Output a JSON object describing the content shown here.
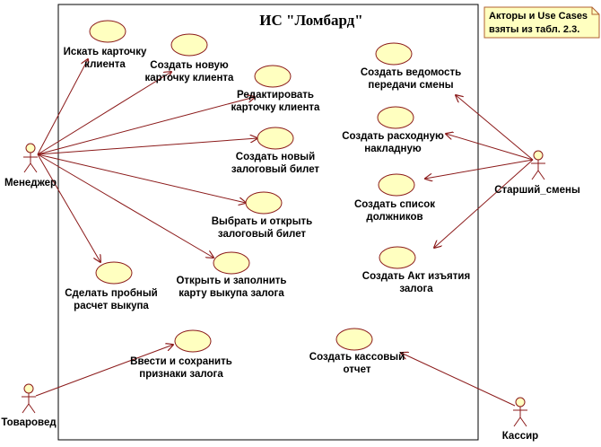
{
  "system": {
    "title": "ИС \"Ломбард\""
  },
  "note": {
    "lines": [
      "Акторы и Use Cases",
      "взяты из табл. 2.3."
    ]
  },
  "actors": {
    "manager": "Менеджер",
    "shift": "Старший_смены",
    "merch": "Товаровед",
    "cashier": "Кассир"
  },
  "usecases": {
    "uc1": [
      "Искать карточку",
      "клиента"
    ],
    "uc2": [
      "Создать новую",
      "карточку клиента"
    ],
    "uc3": [
      "Редактировать",
      "карточку клиента"
    ],
    "uc4": [
      "Создать новый",
      "залоговый билет"
    ],
    "uc5": [
      "Выбрать и открыть",
      "залоговый билет"
    ],
    "uc6": [
      "Сделать пробный",
      "расчет выкупа"
    ],
    "uc7": [
      "Открыть и заполнить",
      "карту выкупа залога"
    ],
    "uc8": [
      "Создать ведомость",
      "передачи смены"
    ],
    "uc9": [
      "Создать расходную",
      "накладную"
    ],
    "uc10": [
      "Создать список",
      "должников"
    ],
    "uc11": [
      "Создать Акт изъятия",
      "залога"
    ],
    "uc12": [
      "Ввести и сохранить",
      "признаки залога"
    ],
    "uc13": [
      "Создать кассовый",
      "отчет"
    ]
  }
}
